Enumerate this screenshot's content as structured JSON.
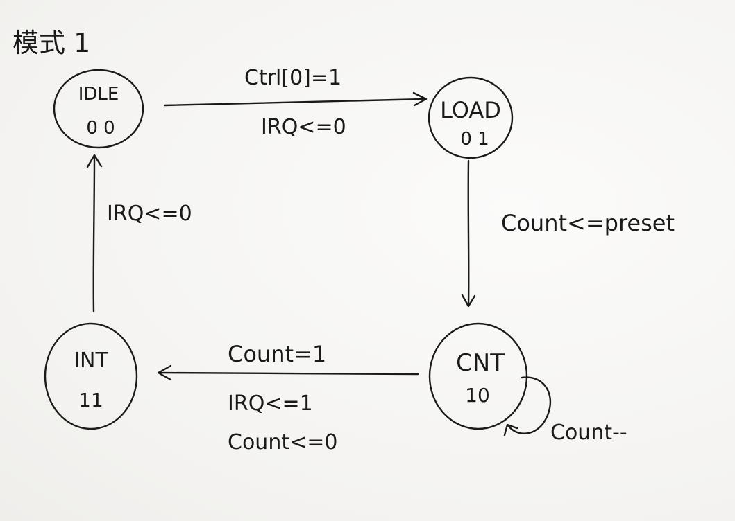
{
  "mode_label": "模式 1",
  "states": {
    "idle": {
      "name": "IDLE",
      "code": "0 0"
    },
    "load": {
      "name": "LOAD",
      "code": "0 1"
    },
    "cnt": {
      "name": "CNT",
      "code": "10"
    },
    "int": {
      "name": "INT",
      "code": "11"
    }
  },
  "transitions": {
    "idle_to_load": {
      "condition": "Ctrl[0]=1",
      "action": "IRQ<=0"
    },
    "load_to_cnt": {
      "action": "Count<=preset"
    },
    "cnt_self": {
      "action": "Count--"
    },
    "cnt_to_int": {
      "condition": "Count=1",
      "action1": "IRQ<=1",
      "action2": "Count<=0"
    },
    "int_to_idle": {
      "action": "IRQ<=0"
    }
  }
}
